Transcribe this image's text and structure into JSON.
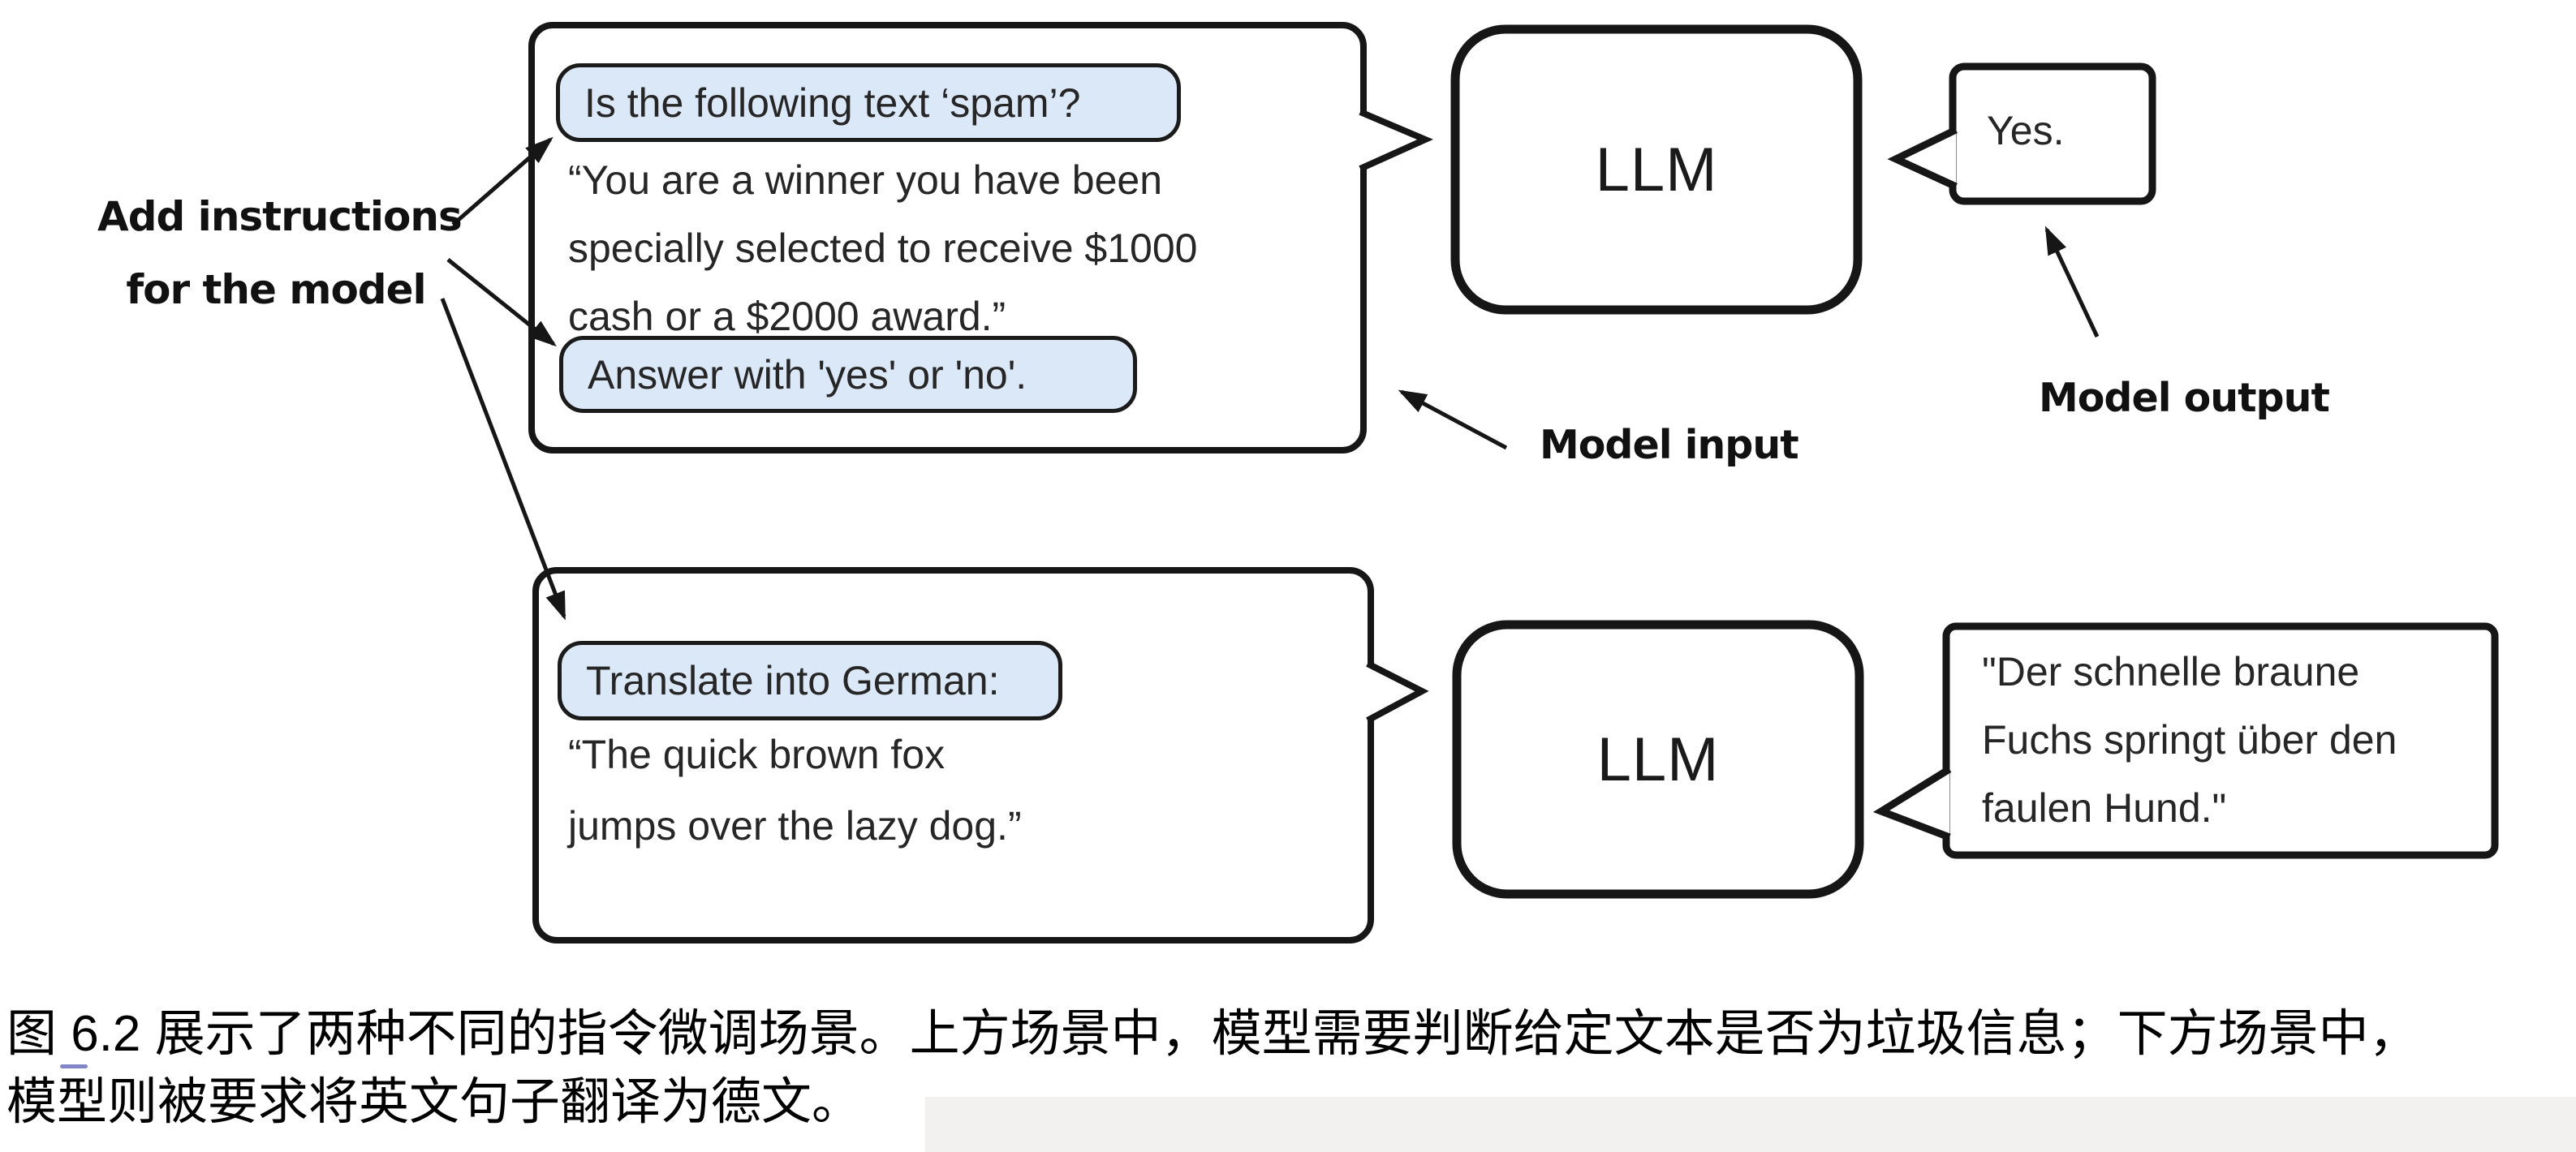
{
  "figure": {
    "annotations": {
      "add_instructions_line1": "Add instructions",
      "add_instructions_line2": "for the model",
      "model_input": "Model input",
      "model_output": "Model output"
    },
    "spam_scenario": {
      "instruction_pill_top": "Is the following text ‘spam’?",
      "input_text_lines": {
        "0": "“You are a winner you have been",
        "1": "specially selected to receive $1000",
        "2": "cash or a $2000 award.”"
      },
      "instruction_pill_bottom": "Answer with 'yes' or 'no'.",
      "model_label": "LLM",
      "output_text": "Yes."
    },
    "translation_scenario": {
      "instruction_pill": "Translate into German:",
      "input_text_lines": {
        "0": "“The quick brown fox",
        "1": "jumps over the lazy dog.”"
      },
      "model_label": "LLM",
      "output_text_lines": {
        "0": "\"Der schnelle braune",
        "1": "Fuchs springt über den",
        "2": "faulen Hund.\""
      }
    },
    "colors": {
      "instruction_pill_fill": "#dbe8f8",
      "line": "#161616"
    }
  },
  "caption": {
    "line1": "图 6.2 展示了两种不同的指令微调场景。上方场景中，模型需要判断给定文本是否为垃圾信息；下方场景中，",
    "line2": "模型则被要求将英文句子翻译为德文。"
  }
}
